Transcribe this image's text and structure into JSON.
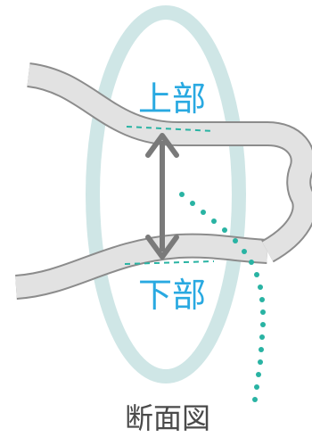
{
  "labels": {
    "top": "上部",
    "bottom": "下部",
    "caption": "断面図"
  },
  "colors": {
    "ring": "#cfe6e6",
    "tube_fill": "#e2e2e2",
    "tube_outline": "#8c8c8c",
    "arrow": "#7a7a7a",
    "accent": "#29a9e1",
    "dotted": "#29b3a3",
    "caption_text": "#4a4a4a"
  }
}
